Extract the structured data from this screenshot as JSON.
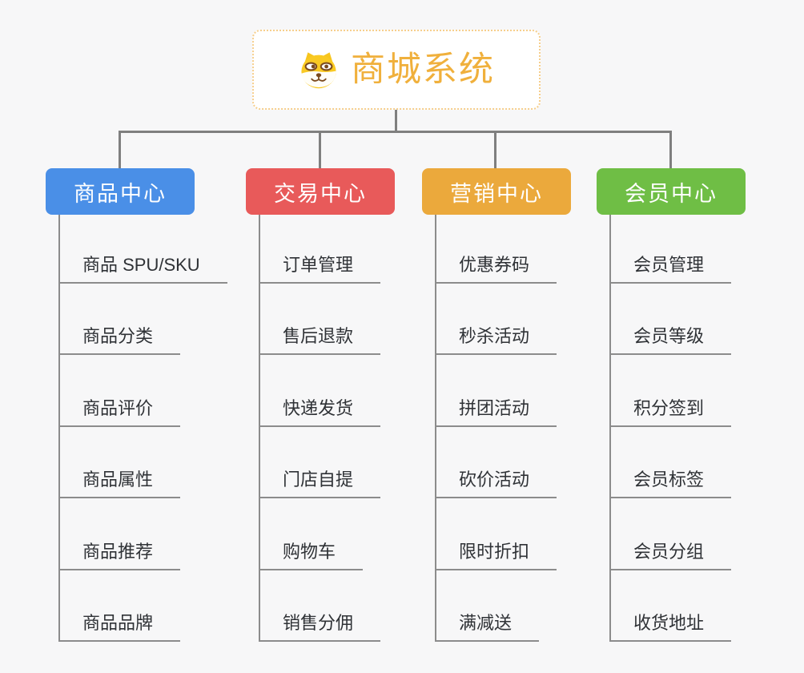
{
  "canvas": {
    "background": "#f7f7f8",
    "connector_color": "#7f7f7f",
    "child_line_color": "#8c8c8c",
    "child_text_color": "#2f3236"
  },
  "root": {
    "title": "商城系统",
    "icon": "shiba-dog-icon",
    "text_color": "#f0b03c",
    "border_color": "#f6ce8c",
    "background": "#ffffff"
  },
  "branches": [
    {
      "label": "商品中心",
      "color": "#4a8fe7",
      "children": [
        "商品 SPU/SKU",
        "商品分类",
        "商品评价",
        "商品属性",
        "商品推荐",
        "商品品牌"
      ]
    },
    {
      "label": "交易中心",
      "color": "#e85a5a",
      "children": [
        "订单管理",
        "售后退款",
        "快递发货",
        "门店自提",
        "购物车",
        "销售分佣"
      ]
    },
    {
      "label": "营销中心",
      "color": "#eba93c",
      "children": [
        "优惠券码",
        "秒杀活动",
        "拼团活动",
        "砍价活动",
        "限时折扣",
        "满减送"
      ]
    },
    {
      "label": "会员中心",
      "color": "#6fbe45",
      "children": [
        "会员管理",
        "会员等级",
        "积分签到",
        "会员标签",
        "会员分组",
        "收货地址"
      ]
    }
  ]
}
